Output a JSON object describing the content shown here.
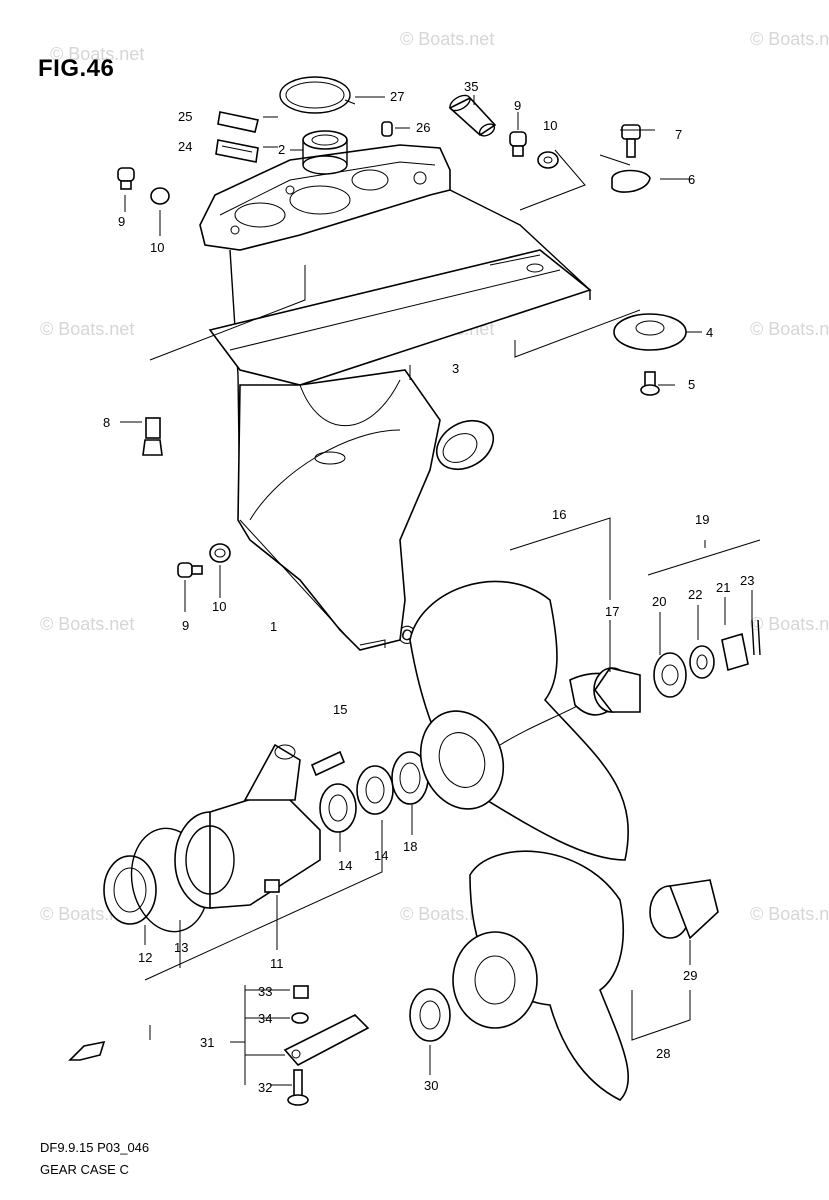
{
  "figure": {
    "title": "FIG.46",
    "code": "DF9.9.15 P03_046",
    "caption": "GEAR CASE C"
  },
  "watermark": {
    "small": "© Boats.net",
    "center": "©Boats.net"
  },
  "callouts": {
    "n1": "1",
    "n2": "2",
    "n3": "3",
    "n4": "4",
    "n5": "5",
    "n6": "6",
    "n7": "7",
    "n8": "8",
    "n9a": "9",
    "n9b": "9",
    "n9c": "9",
    "n10a": "10",
    "n10b": "10",
    "n10c": "10",
    "n11": "11",
    "n12": "12",
    "n13": "13",
    "n14a": "14",
    "n14b": "14",
    "n15": "15",
    "n16": "16",
    "n17": "17",
    "n18": "18",
    "n19": "19",
    "n20": "20",
    "n21": "21",
    "n22": "22",
    "n23": "23",
    "n24": "24",
    "n25": "25",
    "n26": "26",
    "n27": "27",
    "n28": "28",
    "n29": "29",
    "n30": "30",
    "n31": "31",
    "n32": "32",
    "n33": "33",
    "n34": "34",
    "n35": "35"
  },
  "icons": {
    "fwd_arrow": "fwd-arrow-icon"
  }
}
